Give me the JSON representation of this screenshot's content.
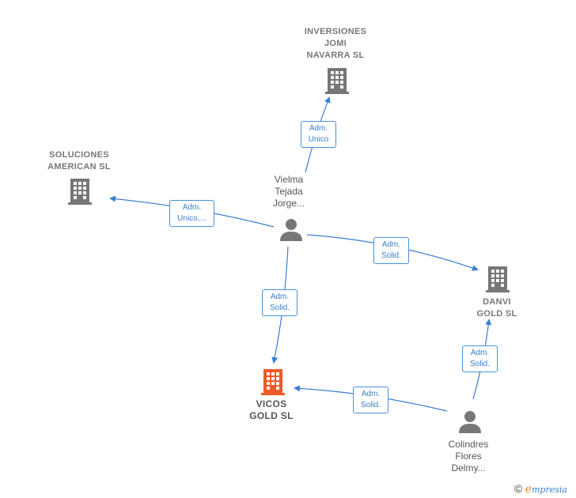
{
  "colors": {
    "edge": "#3a7fcf",
    "company_icon": "#777777",
    "main_company_icon": "#f05a28",
    "person_icon": "#777777"
  },
  "nodes": {
    "inversiones": {
      "label": "INVERSIONES\nJOMI\nNAVARRA  SL",
      "icon": "building-icon"
    },
    "soluciones": {
      "label": "SOLUCIONES\nAMERICAN  SL",
      "icon": "building-icon"
    },
    "danvi": {
      "label": "DANVI\nGOLD  SL",
      "icon": "building-icon"
    },
    "vicos": {
      "label": "VICOS\nGOLD  SL",
      "icon": "building-icon"
    },
    "vielma": {
      "label": "Vielma\nTejada\nJorge...",
      "icon": "person-icon"
    },
    "colindres": {
      "label": "Colindres\nFlores\nDelmy...",
      "icon": "person-icon"
    }
  },
  "edges": {
    "vielma_inversiones": {
      "label": "Adm.\nUnico"
    },
    "vielma_soluciones": {
      "label": "Adm.\nUnico,..."
    },
    "vielma_danvi": {
      "label": "Adm.\nSolid."
    },
    "vielma_vicos": {
      "label": "Adm.\nSolid."
    },
    "colindres_danvi": {
      "label": "Adm.\nSolid."
    },
    "colindres_vicos": {
      "label": "Adm.\nSolid."
    }
  },
  "footer": {
    "copyright_symbol": "©",
    "brand_initial": "e",
    "brand_rest": "mpresia"
  }
}
